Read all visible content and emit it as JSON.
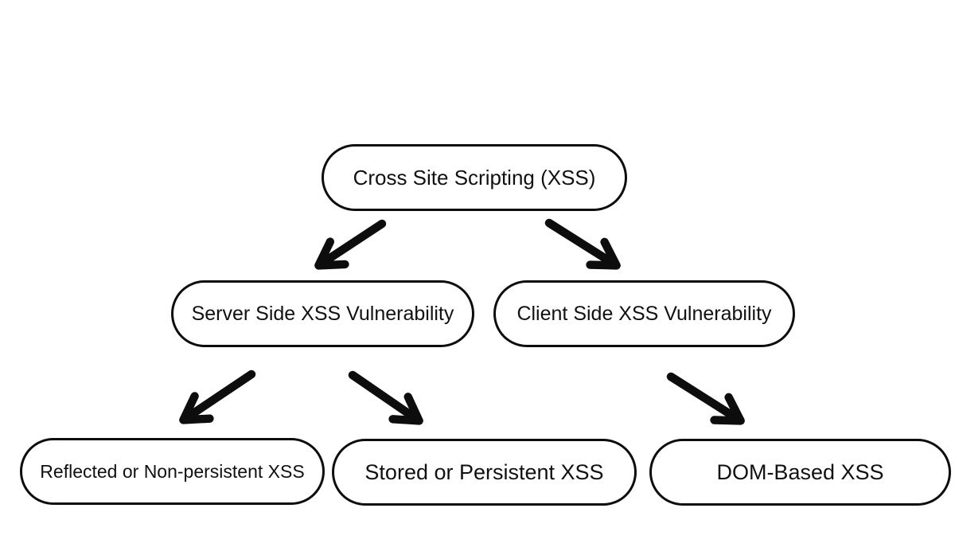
{
  "diagram": {
    "type": "hierarchy",
    "nodes": {
      "root": {
        "label": "Cross Site Scripting (XSS)"
      },
      "server": {
        "label": "Server Side XSS Vulnerability"
      },
      "client": {
        "label": "Client Side XSS Vulnerability"
      },
      "reflected": {
        "label": "Reflected or Non-persistent XSS"
      },
      "stored": {
        "label": "Stored or Persistent XSS"
      },
      "dom": {
        "label": "DOM-Based XSS"
      }
    },
    "edges": [
      {
        "from": "root",
        "to": "server"
      },
      {
        "from": "root",
        "to": "client"
      },
      {
        "from": "server",
        "to": "reflected"
      },
      {
        "from": "server",
        "to": "stored"
      },
      {
        "from": "client",
        "to": "dom"
      }
    ],
    "colors": {
      "background": "#ffffff",
      "node_fill": "#ffffff",
      "node_border": "#0d0d0d",
      "text": "#111111",
      "arrow": "#0d0d0d"
    }
  }
}
